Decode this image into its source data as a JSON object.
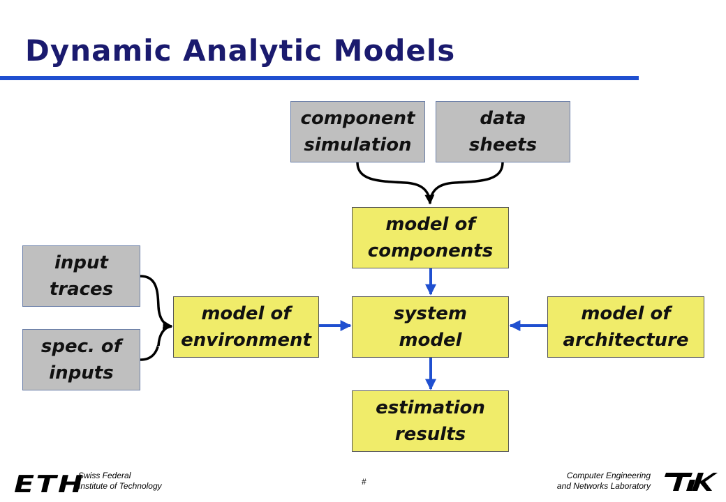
{
  "title": "Dynamic Analytic Models",
  "colors": {
    "title": "#1a1a6e",
    "accent_blue": "#1f4fd0",
    "gray_box": "#bfbfbf",
    "yellow_box": "#f0ec6a"
  },
  "nodes": {
    "component_simulation": {
      "line1": "component",
      "line2": "simulation"
    },
    "data_sheets": {
      "line1": "data",
      "line2": "sheets"
    },
    "model_of_components": {
      "line1": "model of",
      "line2": "components"
    },
    "input_traces": {
      "line1": "input",
      "line2": "traces"
    },
    "spec_of_inputs": {
      "line1": "spec. of",
      "line2": "inputs"
    },
    "model_of_environment": {
      "line1": "model of",
      "line2": "environment"
    },
    "system_model": {
      "line1": "system",
      "line2": "model"
    },
    "model_of_architecture": {
      "line1": "model of",
      "line2": "architecture"
    },
    "estimation_results": {
      "line1": "estimation",
      "line2": "results"
    }
  },
  "footer": {
    "eth_logo": "ETH",
    "left_line1": "Swiss Federal",
    "left_line2": "Institute of Technology",
    "page_number": "#",
    "right_line1": "Computer Engineering",
    "right_line2": "and Networks Laboratory",
    "tik_logo": "TIK"
  }
}
